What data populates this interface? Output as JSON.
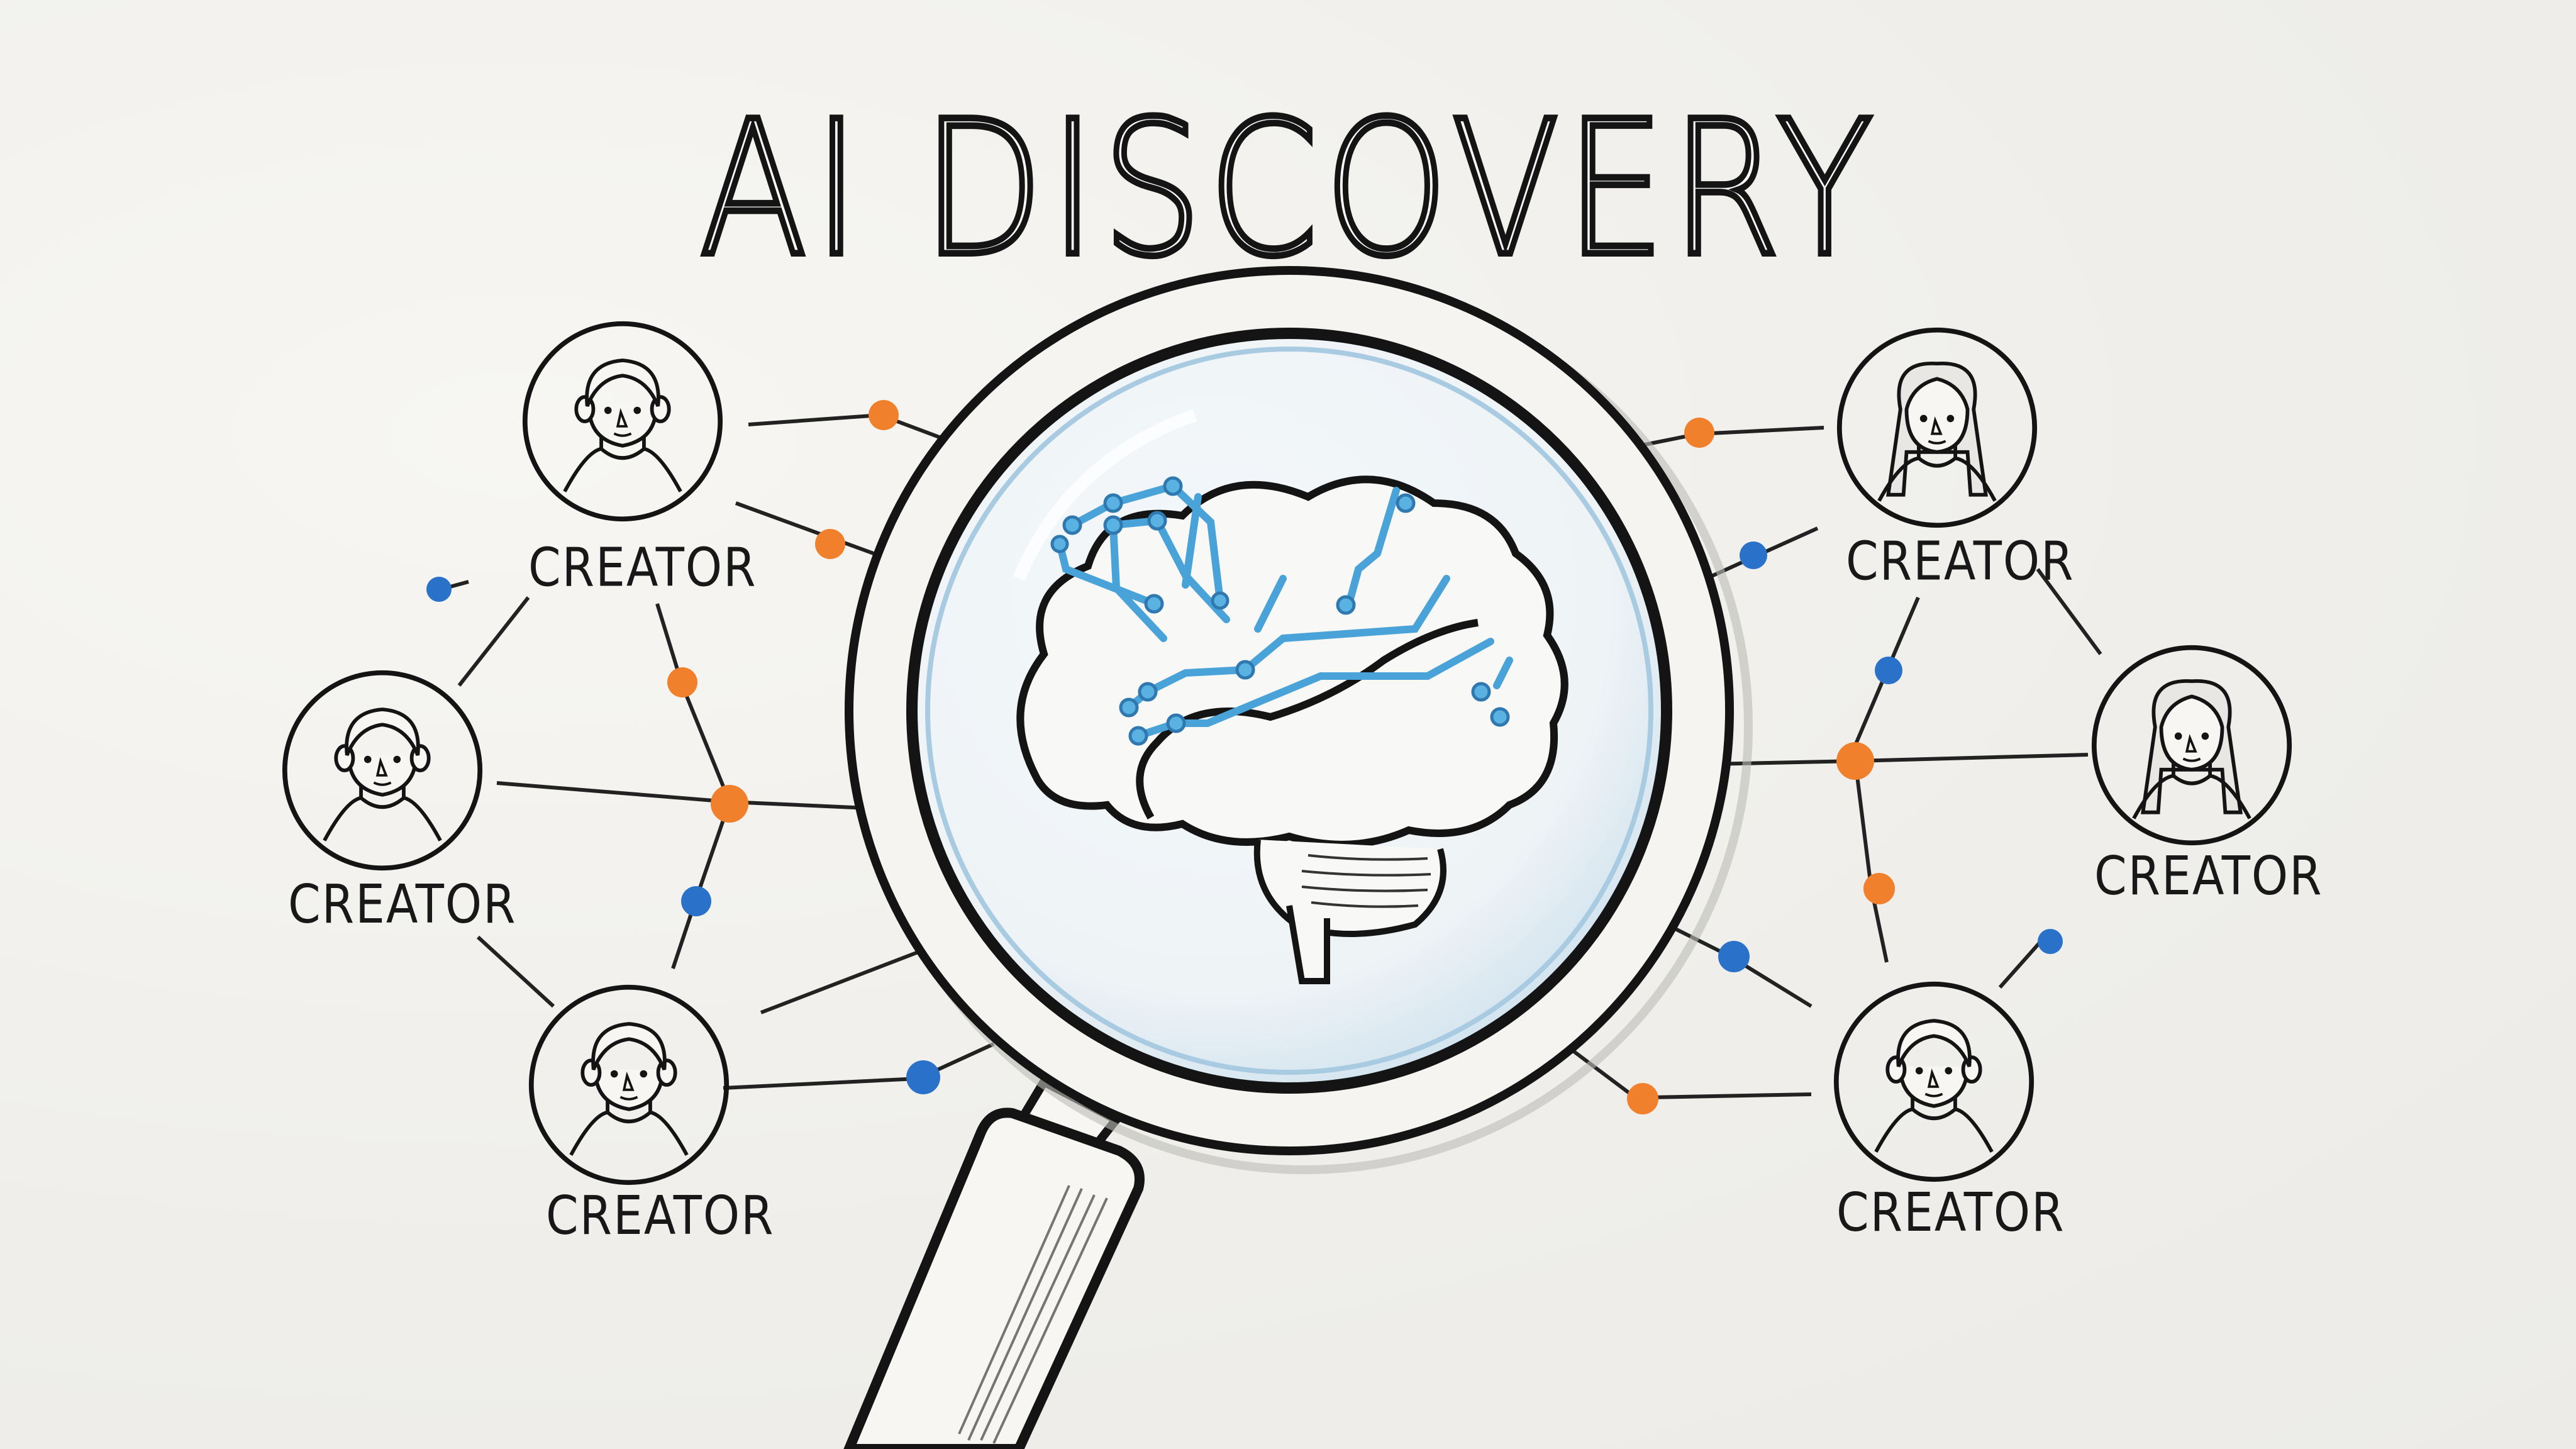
{
  "title": "AI DISCOVERY",
  "center": {
    "icon": "magnifying-glass-over-brain",
    "brain_circuit_color": "#4aa3d8",
    "lens_tint": "#dbe9f2"
  },
  "creators": [
    {
      "id": "creator-top-left",
      "label": "CREATOR",
      "avatar": "short-hair-person"
    },
    {
      "id": "creator-mid-left",
      "label": "CREATOR",
      "avatar": "short-hair-person"
    },
    {
      "id": "creator-bottom-left",
      "label": "CREATOR",
      "avatar": "short-hair-person"
    },
    {
      "id": "creator-top-right",
      "label": "CREATOR",
      "avatar": "bob-hair-person"
    },
    {
      "id": "creator-mid-right",
      "label": "CREATOR",
      "avatar": "long-hair-person"
    },
    {
      "id": "creator-bottom-right",
      "label": "CREATOR",
      "avatar": "short-hair-person"
    }
  ],
  "colors": {
    "ink": "#141414",
    "node_orange": "#f0802c",
    "node_blue": "#2a72c9",
    "paper": "#f3f2ef"
  }
}
